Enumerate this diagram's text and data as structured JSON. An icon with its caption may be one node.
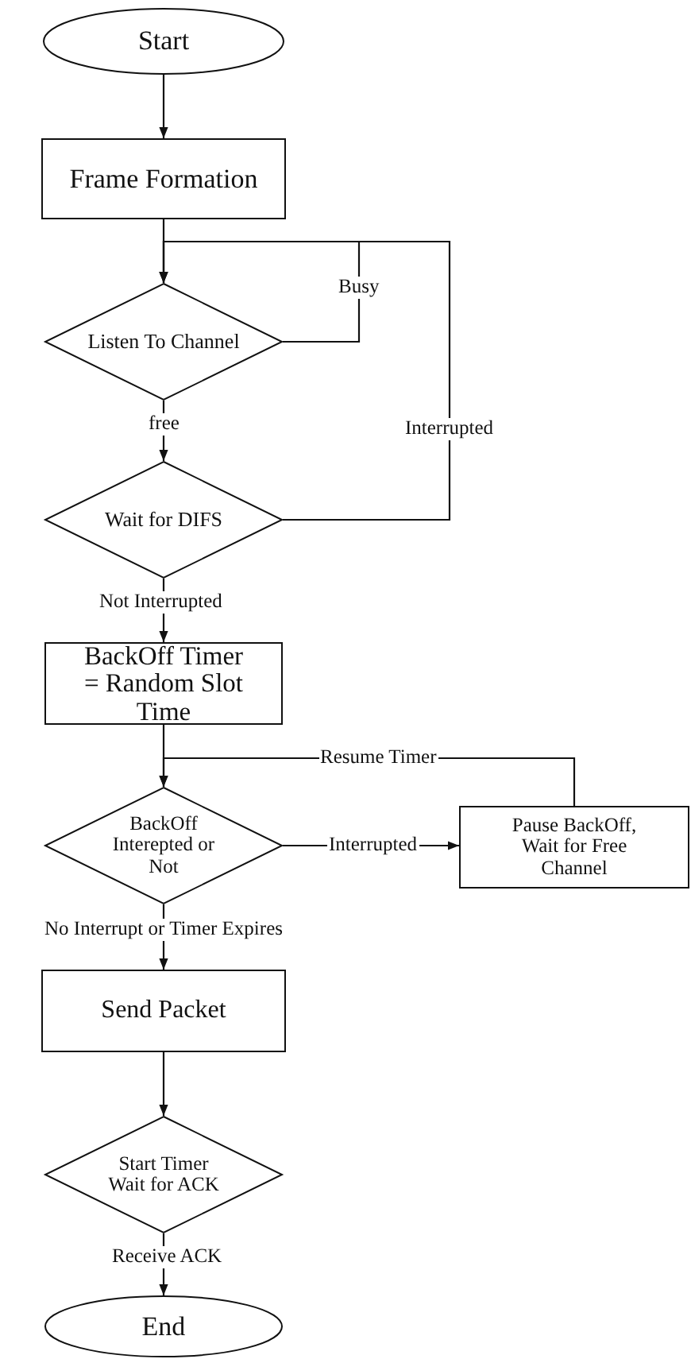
{
  "diagram": {
    "nodes": [
      {
        "text": [
          "Start"
        ]
      },
      {
        "text": [
          "Frame Formation"
        ]
      },
      {
        "text": [
          "Listen To Channel"
        ]
      },
      {
        "text": [
          "Wait for DIFS"
        ]
      },
      {
        "text": [
          "BackOff Timer = Random Slot Time"
        ]
      },
      {
        "text": [
          "BackOff Interepted or Not"
        ]
      },
      {
        "text": [
          "Pause BackOff, Wait for Free Channel"
        ]
      },
      {
        "text": [
          "Send Packet"
        ]
      },
      {
        "text": [
          "Start Timer Wait for ACK"
        ]
      },
      {
        "text": [
          "End"
        ]
      }
    ],
    "edges": [
      {
        "from": 0,
        "to": 1,
        "arrow": "to"
      },
      {
        "from": 1,
        "to": 2,
        "arrow": "to"
      },
      {
        "from": 2,
        "to": 2,
        "label": "Busy",
        "arrow": "to"
      },
      {
        "from": 2,
        "to": 3,
        "label": "free",
        "arrow": "to"
      },
      {
        "from": 3,
        "to": 2,
        "label": "Interrupted",
        "arrow": "to"
      },
      {
        "from": 3,
        "to": 4,
        "label": "Not Interrupted",
        "arrow": "to"
      },
      {
        "from": 4,
        "to": 5,
        "arrow": "to"
      },
      {
        "from": 5,
        "to": 6,
        "label": "Interrupted",
        "arrow": "to"
      },
      {
        "from": 6,
        "to": 5,
        "label": "Resume Timer",
        "arrow": "to"
      },
      {
        "from": 5,
        "to": 7,
        "label": "No Interrupt or Timer Expires",
        "arrow": "to"
      },
      {
        "from": 7,
        "to": 8,
        "arrow": "to"
      },
      {
        "from": 8,
        "to": 9,
        "label": "Receive ACK",
        "arrow": "to"
      }
    ]
  }
}
